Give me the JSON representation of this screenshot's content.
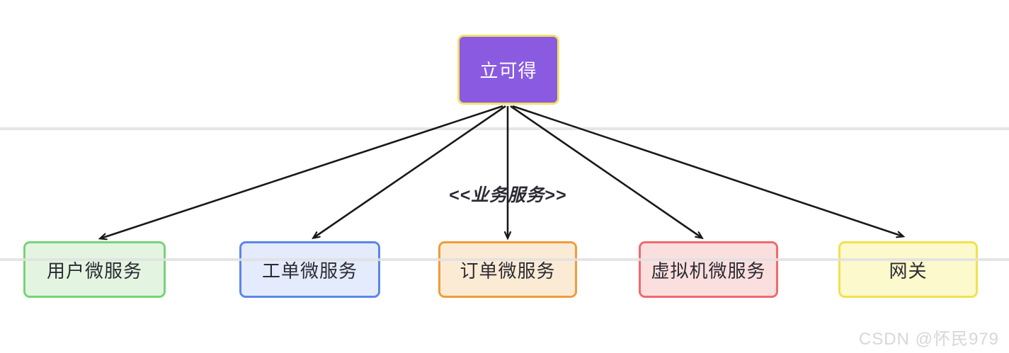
{
  "diagram": {
    "root": {
      "label": "立可得",
      "fill": "#8a5be0",
      "border": "#efe26a",
      "text_color": "#ffffff"
    },
    "edge_label": "<<业务服务>>",
    "nodes": [
      {
        "label": "用户微服务",
        "fill": "#e3f5e1",
        "border": "#77d377"
      },
      {
        "label": "工单微服务",
        "fill": "#e4ebfc",
        "border": "#5b86e8"
      },
      {
        "label": "订单微服务",
        "fill": "#fcebd4",
        "border": "#f09c3c"
      },
      {
        "label": "虚拟机微服务",
        "fill": "#fbdfdf",
        "border": "#ef6a6d"
      },
      {
        "label": "网关",
        "fill": "#fcf9cc",
        "border": "#f2e14d"
      }
    ],
    "arrow_color": "#191919"
  },
  "watermark": "CSDN @怀民979"
}
